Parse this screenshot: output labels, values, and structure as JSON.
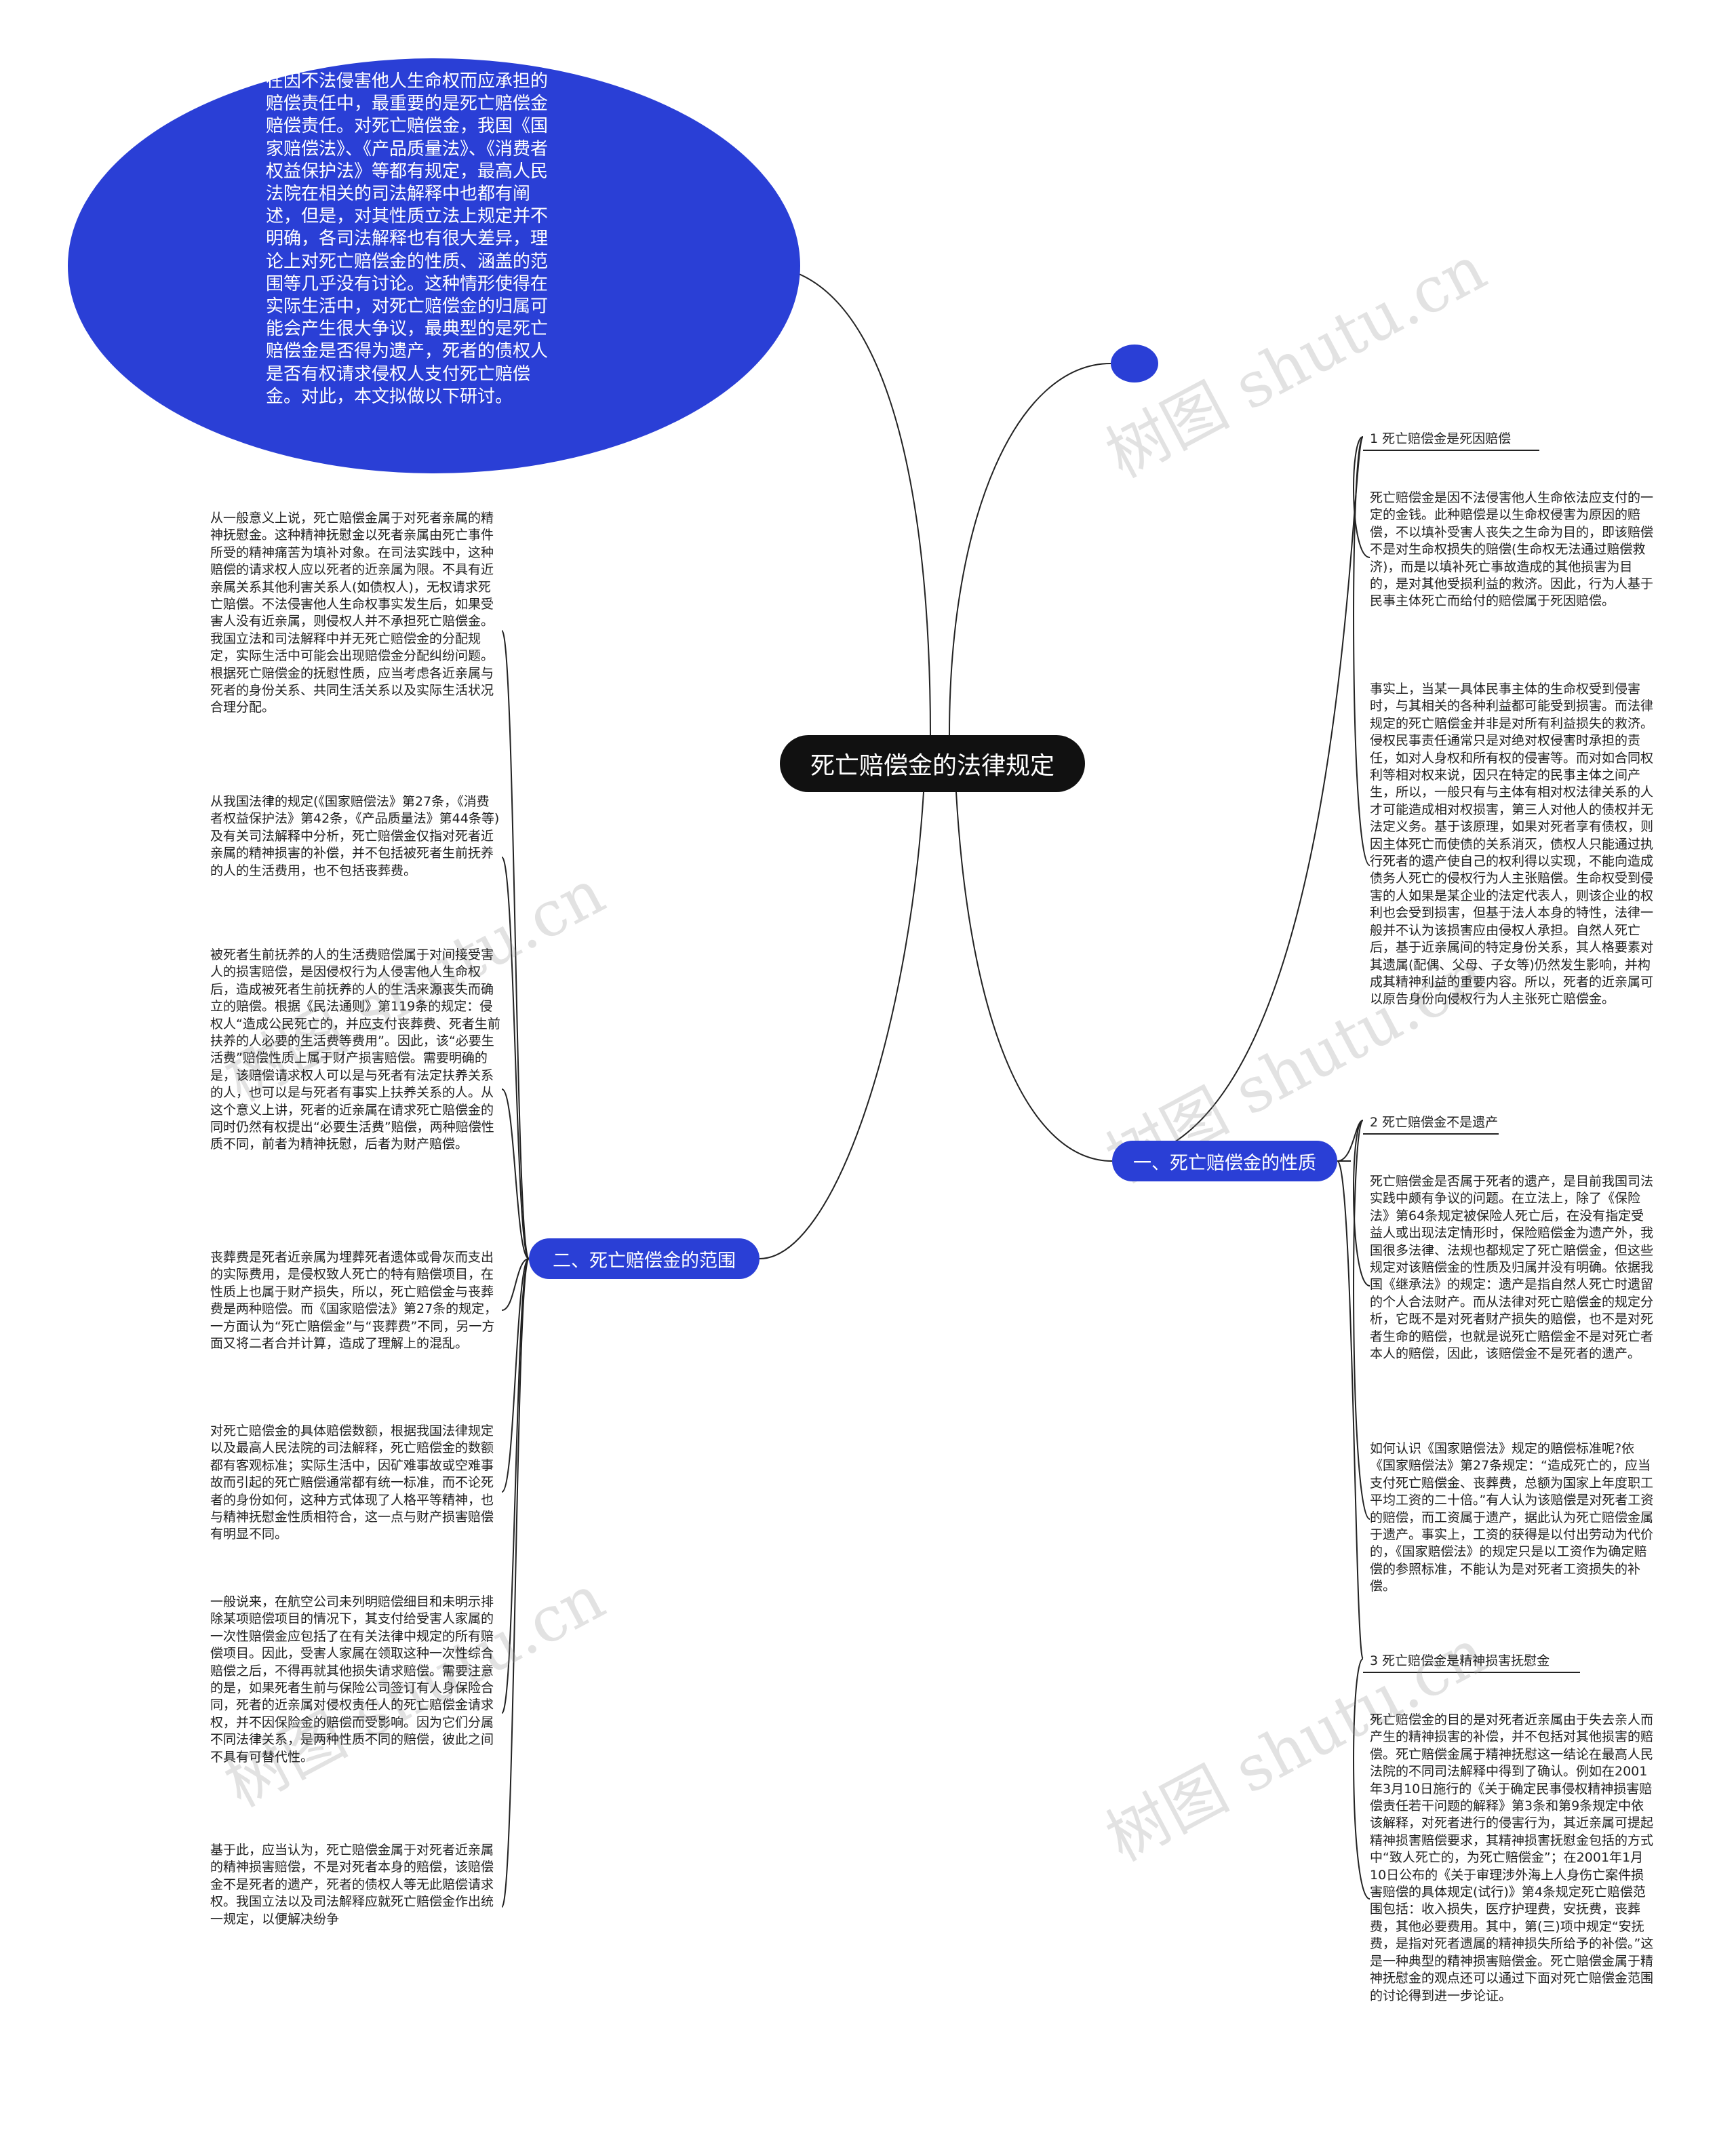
{
  "root": {
    "title": "死亡赔偿金的法律规定"
  },
  "intro": {
    "text": "在因不法侵害他人生命权而应承担的赔偿责任中，最重要的是死亡赔偿金赔偿责任。对死亡赔偿金，我国《国家赔偿法》、《产品质量法》、《消费者权益保护法》等都有规定，最高人民法院在相关的司法解释中也都有阐述，但是，对其性质立法上规定并不明确，各司法解释也有很大差异，理论上对死亡赔偿金的性质、涵盖的范围等几乎没有讨论。这种情形使得在实际生活中，对死亡赔偿金的归属可能会产生很大争议，最典型的是死亡赔偿金是否得为遗产，死者的债权人是否有权请求侵权人支付死亡赔偿金。对此，本文拟做以下研讨。"
  },
  "branches": {
    "nature": {
      "label": "一、死亡赔偿金的性质",
      "sub1": "1 死亡赔偿金是死因赔偿",
      "leaf1": "死亡赔偿金是因不法侵害他人生命依法应支付的一定的金钱。此种赔偿是以生命权侵害为原因的赔偿，不以填补受害人丧失之生命为目的，即该赔偿不是对生命权损失的赔偿(生命权无法通过赔偿救济)，而是以填补死亡事故造成的其他损害为目的，是对其他受损利益的救济。因此，行为人基于民事主体死亡而给付的赔偿属于死因赔偿。",
      "leaf2": "事实上，当某一具体民事主体的生命权受到侵害时，与其相关的各种利益都可能受到损害。而法律规定的死亡赔偿金并非是对所有利益损失的救济。侵权民事责任通常只是对绝对权侵害时承担的责任，如对人身权和所有权的侵害等。而对如合同权利等相对权来说，因只在特定的民事主体之间产生，所以，一般只有与主体有相对权法律关系的人才可能造成相对权损害，第三人对他人的债权并无法定义务。基于该原理，如果对死者享有债权，则因主体死亡而使债的关系消灭，债权人只能通过执行死者的遗产使自己的权利得以实现，不能向造成债务人死亡的侵权行为人主张赔偿。生命权受到侵害的人如果是某企业的法定代表人，则该企业的权利也会受到损害，但基于法人本身的特性，法律一般并不认为该损害应由侵权人承担。自然人死亡后，基于近亲属间的特定身份关系，其人格要素对其遗属(配偶、父母、子女等)仍然发生影响，并构成其精神利益的重要内容。所以，死者的近亲属可以原告身份向侵权行为人主张死亡赔偿金。",
      "sub2": "2 死亡赔偿金不是遗产",
      "leaf3": "死亡赔偿金是否属于死者的遗产，是目前我国司法实践中颇有争议的问题。在立法上，除了《保险法》第64条规定被保险人死亡后，在没有指定受益人或出现法定情形时，保险赔偿金为遗产外，我国很多法律、法规也都规定了死亡赔偿金，但这些规定对该赔偿金的性质及归属并没有明确。依据我国《继承法》的规定：遗产是指自然人死亡时遗留的个人合法财产。而从法律对死亡赔偿金的规定分析，它既不是对死者财产损失的赔偿，也不是对死者生命的赔偿，也就是说死亡赔偿金不是对死亡者本人的赔偿，因此，该赔偿金不是死者的遗产。",
      "leaf4": "如何认识《国家赔偿法》规定的赔偿标准呢?依《国家赔偿法》第27条规定：“造成死亡的，应当支付死亡赔偿金、丧葬费，总额为国家上年度职工平均工资的二十倍。”有人认为该赔偿是对死者工资的赔偿，而工资属于遗产，据此认为死亡赔偿金属于遗产。事实上，工资的获得是以付出劳动为代价的，《国家赔偿法》的规定只是以工资作为确定赔偿的参照标准，不能认为是对死者工资损失的补偿。",
      "sub3": "3 死亡赔偿金是精神损害抚慰金",
      "leaf5": "死亡赔偿金的目的是对死者近亲属由于失去亲人而产生的精神损害的补偿，并不包括对其他损害的赔偿。死亡赔偿金属于精神抚慰这一结论在最高人民法院的不同司法解释中得到了确认。例如在2001年3月10日施行的《关于确定民事侵权精神损害赔偿责任若干问题的解释》第3条和第9条规定中依该解释，对死者进行的侵害行为，其近亲属可提起精神损害赔偿要求，其精神损害抚慰金包括的方式中“致人死亡的，为死亡赔偿金”；在2001年1月10日公布的《关于审理涉外海上人身伤亡案件损害赔偿的具体规定(试行)》第4条规定死亡赔偿范围包括：收入损失，医疗护理费，安抚费，丧葬费，其他必要费用。其中，第(三)项中规定“安抚费，是指对死者遗属的精神损失所给予的补偿。”这是一种典型的精神损害赔偿金。死亡赔偿金属于精神抚慰金的观点还可以通过下面对死亡赔偿金范围的讨论得到进一步论证。"
    },
    "scope": {
      "label": "二、死亡赔偿金的范围",
      "leaf1": "从一般意义上说，死亡赔偿金属于对死者亲属的精神抚慰金。这种精神抚慰金以死者亲属由死亡事件所受的精神痛苦为填补对象。在司法实践中，这种赔偿的请求权人应以死者的近亲属为限。不具有近亲属关系其他利害关系人(如债权人)，无权请求死亡赔偿。不法侵害他人生命权事实发生后，如果受害人没有近亲属，则侵权人并不承担死亡赔偿金。我国立法和司法解释中并无死亡赔偿金的分配规定，实际生活中可能会出现赔偿金分配纠纷问题。根据死亡赔偿金的抚慰性质，应当考虑各近亲属与死者的身份关系、共同生活关系以及实际生活状况合理分配。",
      "leaf2": "从我国法律的规定(《国家赔偿法》第27条，《消费者权益保护法》第42条，《产品质量法》第44条等)及有关司法解释中分析，死亡赔偿金仅指对死者近亲属的精神损害的补偿，并不包括被死者生前抚养的人的生活费用，也不包括丧葬费。",
      "leaf3": "被死者生前抚养的人的生活费赔偿属于对间接受害人的损害赔偿，是因侵权行为人侵害他人生命权后，造成被死者生前抚养的人的生活来源丧失而确立的赔偿。根据《民法通则》第119条的规定：侵权人“造成公民死亡的，并应支付丧葬费、死者生前扶养的人必要的生活费等费用”。因此，该“必要生活费”赔偿性质上属于财产损害赔偿。需要明确的是，该赔偿请求权人可以是与死者有法定扶养关系的人，也可以是与死者有事实上扶养关系的人。从这个意义上讲，死者的近亲属在请求死亡赔偿金的同时仍然有权提出“必要生活费”赔偿，两种赔偿性质不同，前者为精神抚慰，后者为财产赔偿。",
      "leaf4": "丧葬费是死者近亲属为埋葬死者遗体或骨灰而支出的实际费用，是侵权致人死亡的特有赔偿项目，在性质上也属于财产损失，所以，死亡赔偿金与丧葬费是两种赔偿。而《国家赔偿法》第27条的规定，一方面认为“死亡赔偿金”与“丧葬费”不同，另一方面又将二者合并计算，造成了理解上的混乱。",
      "leaf5": "对死亡赔偿金的具体赔偿数额，根据我国法律规定以及最高人民法院的司法解释，死亡赔偿金的数额都有客观标准；实际生活中，因矿难事故或空难事故而引起的死亡赔偿通常都有统一标准，而不论死者的身份如何，这种方式体现了人格平等精神，也与精神抚慰金性质相符合，这一点与财产损害赔偿有明显不同。",
      "leaf6": "一般说来，在航空公司未列明赔偿细目和未明示排除某项赔偿项目的情况下，其支付给受害人家属的一次性赔偿金应包括了在有关法律中规定的所有赔偿项目。因此，受害人家属在领取这种一次性综合赔偿之后，不得再就其他损失请求赔偿。需要注意的是，如果死者生前与保险公司签订有人身保险合同，死者的近亲属对侵权责任人的死亡赔偿金请求权，并不因保险金的赔偿而受影响。因为它们分属不同法律关系，是两种性质不同的赔偿，彼此之间不具有可替代性。",
      "leaf7": "基于此，应当认为，死亡赔偿金属于对死者近亲属的精神损害赔偿，不是对死者本身的赔偿，该赔偿金不是死者的遗产，死者的债权人等无此赔偿请求权。我国立法以及司法解释应就死亡赔偿金作出统一规定，以便解决纷争"
    }
  },
  "watermark": "树图 shutu.cn",
  "colors": {
    "branch": "#2a3fd6",
    "root": "#111111",
    "edge": "#222222"
  }
}
